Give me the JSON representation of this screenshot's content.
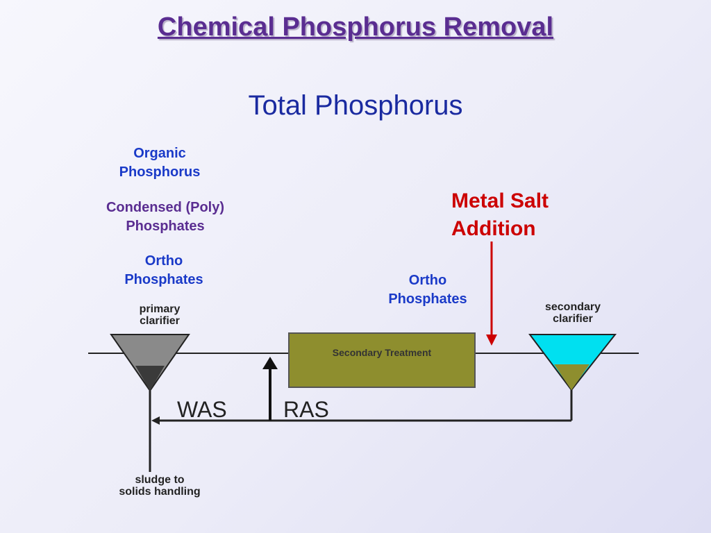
{
  "slide": {
    "title": "Chemical Phosphorus Removal",
    "subtitle": "Total Phosphorus"
  },
  "labels": {
    "organic_line1": "Organic",
    "organic_line2": "Phosphorus",
    "condensed_line1": "Condensed (Poly)",
    "condensed_line2": "Phosphates",
    "ortho_left_line1": "Ortho",
    "ortho_left_line2": "Phosphates",
    "ortho_right_line1": "Ortho",
    "ortho_right_line2": "Phosphates",
    "metal_salt_line1": "Metal Salt",
    "metal_salt_line2": "Addition"
  },
  "process": {
    "primary_line1": "primary",
    "primary_line2": "clarifier",
    "secondary_line1": "secondary",
    "secondary_line2": "clarifier",
    "secondary_treatment": "Secondary Treatment",
    "was": "WAS",
    "ras": "RAS",
    "sludge_line1": "sludge to",
    "sludge_line2": "solids handling"
  },
  "colors": {
    "title": "#5a2d91",
    "subtitle": "#1a2aa0",
    "label_blue": "#1a3ac8",
    "label_purple": "#5a2d91",
    "metal_salt": "#cc0000",
    "secondary_treatment_fill": "#8e8e2e",
    "secondary_clarifier_water": "#00e0f0",
    "secondary_clarifier_sludge": "#8e8e2e",
    "primary_clarifier_fill": "#8a8a8a"
  }
}
